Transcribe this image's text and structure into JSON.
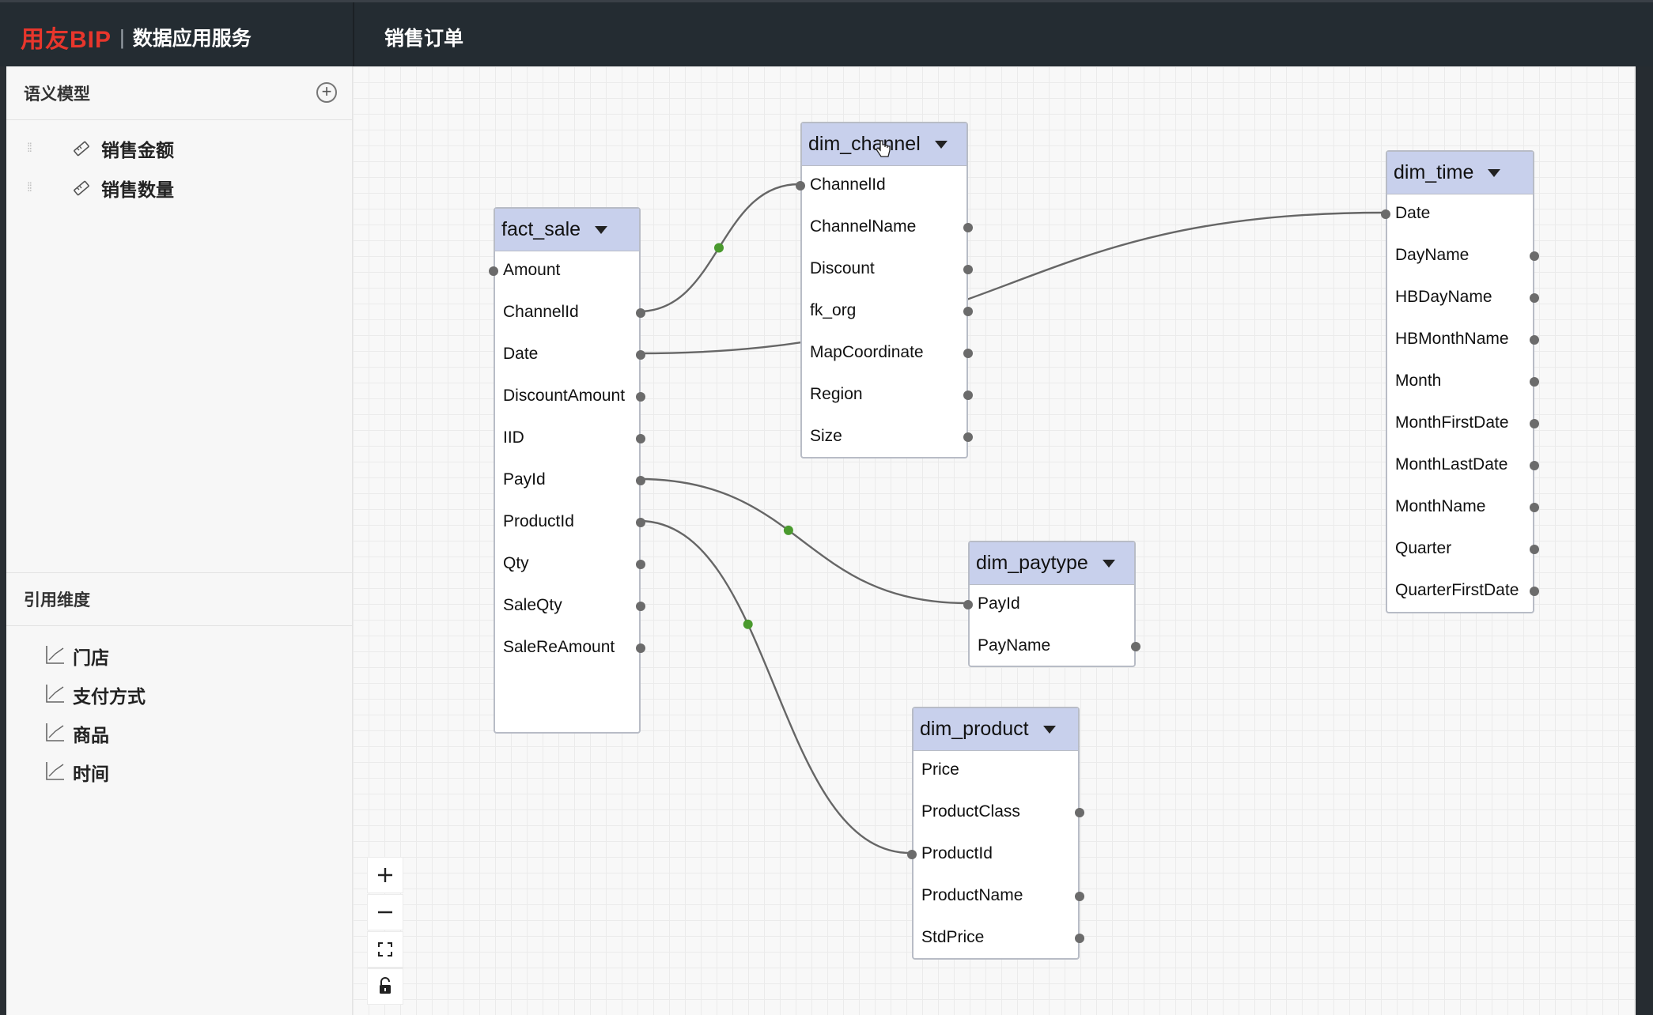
{
  "header": {
    "logo": "用友BIP",
    "separator": "|",
    "product_name": "数据应用服务",
    "document_title": "销售订单"
  },
  "sidebar": {
    "semantic_model": {
      "title": "语义模型",
      "add_icon": "plus-circle-icon",
      "items": [
        {
          "label": "销售金额",
          "icon": "ruler-icon"
        },
        {
          "label": "销售数量",
          "icon": "ruler-icon"
        }
      ]
    },
    "referenced_dimensions": {
      "title": "引用维度",
      "items": [
        {
          "label": "门店",
          "icon": "axis-line-icon"
        },
        {
          "label": "支付方式",
          "icon": "axis-line-icon"
        },
        {
          "label": "商品",
          "icon": "axis-line-icon"
        },
        {
          "label": "时间",
          "icon": "axis-line-icon"
        }
      ]
    }
  },
  "canvas": {
    "tables": [
      {
        "id": "fact_sale",
        "name": "fact_sale",
        "fields": [
          "Amount",
          "ChannelId",
          "Date",
          "DiscountAmount",
          "IID",
          "PayId",
          "ProductId",
          "Qty",
          "SaleQty",
          "SaleReAmount"
        ]
      },
      {
        "id": "dim_channel",
        "name": "dim_channel",
        "fields": [
          "ChannelId",
          "ChannelName",
          "Discount",
          "fk_org",
          "MapCoordinate",
          "Region",
          "Size"
        ]
      },
      {
        "id": "dim_time",
        "name": "dim_time",
        "fields": [
          "Date",
          "DayName",
          "HBDayName",
          "HBMonthName",
          "Month",
          "MonthFirstDate",
          "MonthLastDate",
          "MonthName",
          "Quarter",
          "QuarterFirstDate"
        ]
      },
      {
        "id": "dim_paytype",
        "name": "dim_paytype",
        "fields": [
          "PayId",
          "PayName"
        ]
      },
      {
        "id": "dim_product",
        "name": "dim_product",
        "fields": [
          "Price",
          "ProductClass",
          "ProductId",
          "ProductName",
          "StdPrice"
        ]
      }
    ],
    "relations": [
      {
        "from": "fact_sale.ChannelId",
        "to": "dim_channel.ChannelId"
      },
      {
        "from": "fact_sale.Date",
        "to": "dim_time.Date"
      },
      {
        "from": "fact_sale.PayId",
        "to": "dim_paytype.PayId"
      },
      {
        "from": "fact_sale.ProductId",
        "to": "dim_product.ProductId"
      }
    ],
    "controls": [
      {
        "name": "zoom-in",
        "icon": "plus-icon"
      },
      {
        "name": "zoom-out",
        "icon": "minus-icon"
      },
      {
        "name": "fit-view",
        "icon": "fit-screen-icon"
      },
      {
        "name": "lock",
        "icon": "lock-icon"
      }
    ]
  },
  "colors": {
    "brand_red": "#e8362c",
    "header_bg": "#242c32",
    "table_header": "#c8d0ec",
    "edge": "#666666",
    "edge_midpoint": "#4a9a2e"
  }
}
